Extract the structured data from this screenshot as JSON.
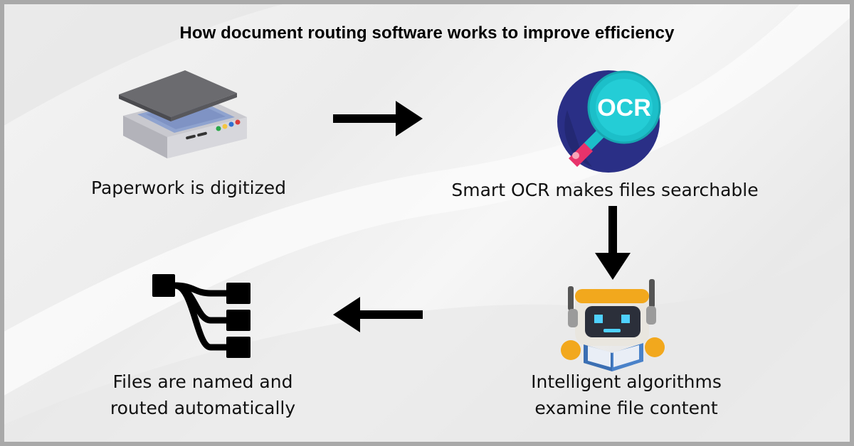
{
  "title": "How document routing software works to improve efficiency",
  "steps": [
    {
      "caption": "Paperwork is digitized",
      "icon": "scanner-icon"
    },
    {
      "caption": "Smart OCR makes files searchable",
      "icon": "ocr-magnifier-icon",
      "icon_text": "OCR"
    },
    {
      "caption_line1": "Intelligent algorithms",
      "caption_line2": "examine file content",
      "icon": "robot-reading-icon"
    },
    {
      "caption_line1": "Files are named and",
      "caption_line2": "routed automatically",
      "icon": "routing-tree-icon"
    }
  ],
  "arrows": [
    "right",
    "down",
    "left"
  ],
  "colors": {
    "background": "#f1f1f1",
    "frame": "#a9a9a9",
    "ocr_teal": "#1cbfc9",
    "ocr_navy": "#22287a",
    "robot_orange": "#f2a81d"
  }
}
